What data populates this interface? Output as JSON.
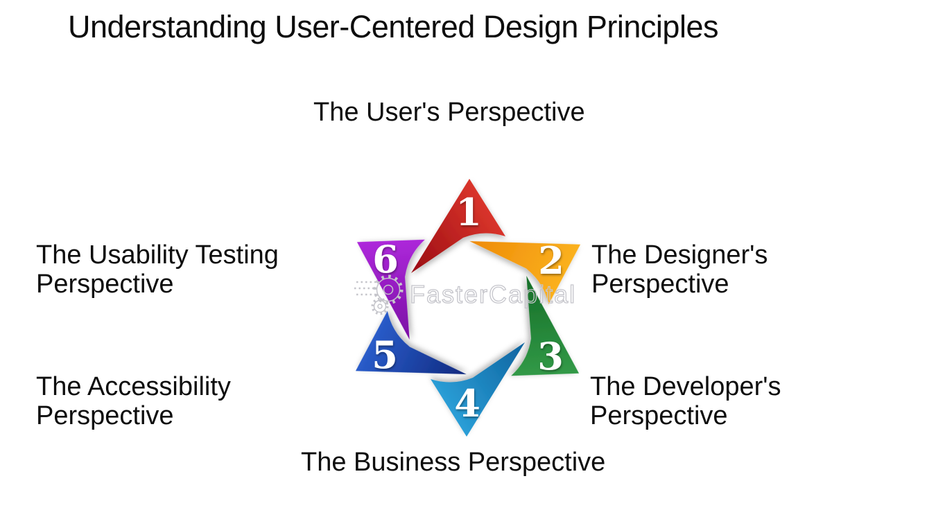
{
  "title": {
    "text": "Understanding User-Centered Design Principles"
  },
  "watermark": {
    "text": "FasterCapital",
    "icon": "gears-logo-icon",
    "outline_color": "#c5c5cb"
  },
  "diagram": {
    "type": "star-cycle-6-steps",
    "items": [
      {
        "number": "1",
        "position": "top",
        "label": "The User's Perspective",
        "color_light": "#e23a2e",
        "color_dark": "#9a0c13"
      },
      {
        "number": "2",
        "position": "upper-right",
        "label": "The Designer's Perspective",
        "color_light": "#fcb623",
        "color_dark": "#ee8a06"
      },
      {
        "number": "3",
        "position": "lower-right",
        "label": "The Developer's Perspective",
        "color_light": "#36a04c",
        "color_dark": "#156d27"
      },
      {
        "number": "4",
        "position": "bottom",
        "label": "The Business Perspective",
        "color_light": "#2ea6de",
        "color_dark": "#0e639f"
      },
      {
        "number": "5",
        "position": "lower-left",
        "label": "The Accessibility Perspective",
        "color_light": "#2d63d4",
        "color_dark": "#10297e"
      },
      {
        "number": "6",
        "position": "upper-left",
        "label": "The Usability Testing Perspective",
        "color_light": "#b42ce2",
        "color_dark": "#7a0fa4"
      }
    ]
  }
}
